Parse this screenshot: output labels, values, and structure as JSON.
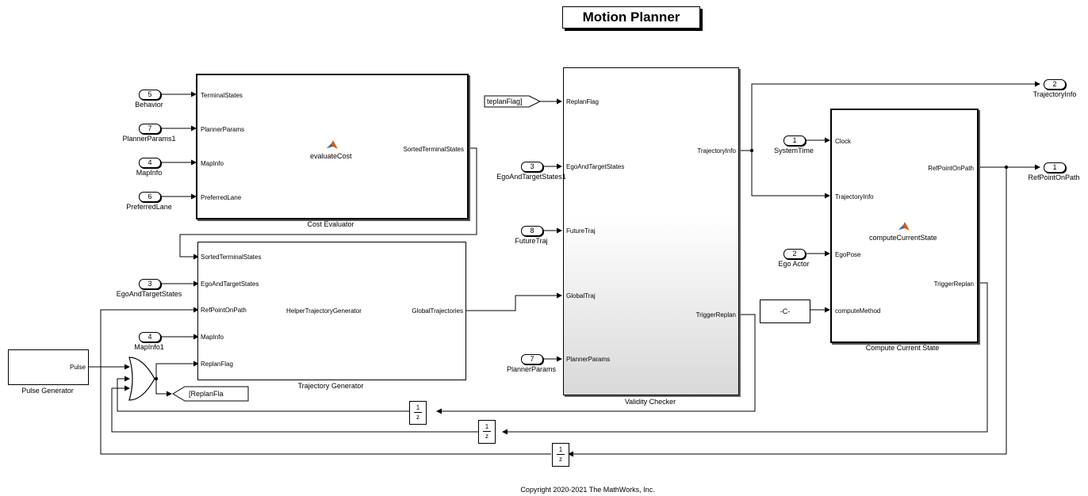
{
  "title": "Motion Planner",
  "copyright": "Copyright 2020-2021 The MathWorks, Inc.",
  "cost_evaluator": {
    "name": "Cost Evaluator",
    "function": "evaluateCost",
    "inputs": [
      "TerminalStates",
      "PlannerParams",
      "MapInfo",
      "PreferredLane"
    ],
    "output": "SortedTerminalStates"
  },
  "trajectory_generator": {
    "name": "Trajectory Generator",
    "function": "HelperTrajectoryGenerator",
    "inputs": [
      "SortedTerminalStates",
      "EgoAndTargetStates",
      "RefPointOnPath",
      "MapInfo",
      "ReplanFlag"
    ],
    "output": "GlobalTrajectories"
  },
  "validity_checker": {
    "name": "Validity Checker",
    "inputs": [
      "ReplanFlag",
      "EgoAndTargetStates",
      "FutureTraj",
      "GlobalTraj",
      "PlannerParams"
    ],
    "outputs": [
      "TrajectoryInfo",
      "TriggerReplan"
    ]
  },
  "compute_current_state": {
    "name": "Compute Current State",
    "function": "computeCurrentState",
    "inputs": [
      "Clock",
      "TrajectoryInfo",
      "EgoPose",
      "computeMethod"
    ],
    "outputs": [
      "RefPointOnPath",
      "TriggerReplan"
    ]
  },
  "pulse_generator": {
    "name": "Pulse Generator",
    "output": "Pulse"
  },
  "constant": {
    "value": "-C-"
  },
  "goto_tag": "[ReplanFla",
  "from_tag": "teplanFlag]",
  "delay": {
    "num": "1",
    "den": "z"
  },
  "inports": [
    {
      "num": "5",
      "label": "Behavior"
    },
    {
      "num": "7",
      "label": "PlannerParams1"
    },
    {
      "num": "4",
      "label": "MapInfo"
    },
    {
      "num": "6",
      "label": "PreferredLane"
    },
    {
      "num": "3",
      "label": "EgoAndTargetStates"
    },
    {
      "num": "4",
      "label": "MapInfo1"
    },
    {
      "num": "3",
      "label": "EgoAndTargetStates1"
    },
    {
      "num": "8",
      "label": "FutureTraj"
    },
    {
      "num": "7",
      "label": "PlannerParams"
    },
    {
      "num": "1",
      "label": "SystemTime"
    },
    {
      "num": "2",
      "label": "Ego Actor"
    }
  ],
  "outports": [
    {
      "num": "2",
      "label": "TrajectoryInfo"
    },
    {
      "num": "1",
      "label": "RefPointOnPath"
    }
  ],
  "colors": {
    "matlab_icon_orange": "#e05a00",
    "matlab_icon_blue": "#3a6fb0"
  }
}
